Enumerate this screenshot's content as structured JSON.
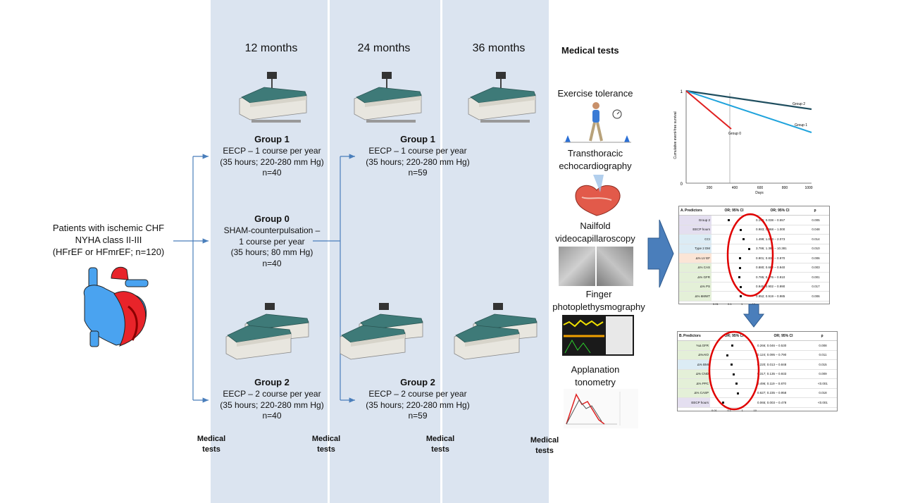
{
  "periods": [
    "12 months",
    "24 months",
    "36 months"
  ],
  "patients": {
    "line1": "Patients with ischemic CHF",
    "line2": "NYHA class II-III",
    "line3": "(HFrEF or HFmrEF;  n=120)"
  },
  "group1_12m": {
    "title": "Group 1",
    "l1": "EECP – 1 course per year",
    "l2": "(35 hours; 220-280 mm Hg)",
    "n": "n=40"
  },
  "group0": {
    "title": "Group 0",
    "l1": "SHAM-counterpulsation –",
    "l2": "1 course per year",
    "l3": "(35 hours; 80 mm Hg)",
    "n": "n=40"
  },
  "group2_12m": {
    "title": "Group 2",
    "l1": "EECP – 2 course per year",
    "l2": "(35 hours; 220-280 mm Hg)",
    "n": "n=40"
  },
  "group1_24m": {
    "title": "Group 1",
    "l1": "EECP – 1 course per year",
    "l2": "(35 hours; 220-280  mm Hg)",
    "n": "n=59"
  },
  "group2_24m": {
    "title": "Group 2",
    "l1": "EECP – 2 course per year",
    "l2": "(35 hours; 220-280  mm Hg)",
    "n": "n=59"
  },
  "medical_tests_label": {
    "l1": "Medical",
    "l2": "tests"
  },
  "medical_tests_heading": "Medical tests",
  "tests": [
    {
      "l1": "Exercise tolerance",
      "l2": ""
    },
    {
      "l1": "Transthoracic",
      "l2": "echocardiography"
    },
    {
      "l1": "Nailfold",
      "l2": "videocapillaroscopy"
    },
    {
      "l1": "Finger",
      "l2": "photoplethysmography"
    },
    {
      "l1": "Applanation",
      "l2": "tonometry"
    }
  ],
  "survival_chart": {
    "ylabel": "Cumulative event-free survival",
    "xlabel": "Days",
    "xticks": [
      "200",
      "400",
      "600",
      "800",
      "1000"
    ],
    "y_top": "1",
    "y_bottom": "0",
    "series": [
      {
        "name": "Group 2",
        "color": "#1f4e5f"
      },
      {
        "name": "Group 1",
        "color": "#1fa3dc"
      },
      {
        "name": "Group 0",
        "color": "#e02020"
      }
    ]
  },
  "table_a": {
    "label": "A.",
    "headers": [
      "Predictors",
      "OR; 95% CI",
      "OR; 95% CI",
      "p"
    ],
    "rows": [
      [
        "Group 2",
        "0.145; 0.038 – 0.557",
        "0.005"
      ],
      [
        "EECP hours",
        "0.983; 0.968 – 1.000",
        "0.048"
      ],
      [
        "CCI",
        "1.499; 1.083 – 2.073",
        "0.014"
      ],
      [
        "Type 2 DM",
        "3.786; 1.380 – 10.381",
        "0.010"
      ],
      [
        "Δ% LV EF",
        "0.901; 0.836 – 0.970",
        "0.006"
      ],
      [
        "Δ% CAS",
        "0.880; 0.662 – 0.940",
        "0.003"
      ],
      [
        "Δ% GFR",
        "0.785; 0.676 – 0.910",
        "0.001"
      ],
      [
        "Δ% PS",
        "0.945; 0.902 – 0.990",
        "0.017"
      ],
      [
        "Δ% 6MWT",
        "0.952; 0.919 – 0.985",
        "0.006"
      ]
    ],
    "axis": [
      "0.01",
      "0.1",
      "1",
      "10"
    ]
  },
  "table_b": {
    "label": "B.",
    "headers": [
      "Predictors",
      "OR; 95% CI",
      "OR; 95% CI",
      "p"
    ],
    "rows": [
      [
        "%Δ GFR",
        "0.266; 0.046 – 0.530",
        "0.008"
      ],
      [
        "Δ%AIO",
        "0.124; 0.095 – 0.790",
        "0.011"
      ],
      [
        "Δ% BMI",
        "0.220; 0.013 – 0.848",
        "0.015"
      ],
      [
        "Δ% CND",
        "0.317; 0.135 – 0.933",
        "0.009"
      ],
      [
        "Δ% PPC",
        "0.496; 0.119 – 0.870",
        "<0.001"
      ],
      [
        "Δ% CASP",
        "0.627; 0.235 – 0.958",
        "0.018"
      ],
      [
        "EECP hours",
        "0.065; 0.003 – 0.478",
        "<0.001"
      ]
    ],
    "axis": [
      "0.01",
      "0.1",
      "1",
      "10"
    ]
  }
}
